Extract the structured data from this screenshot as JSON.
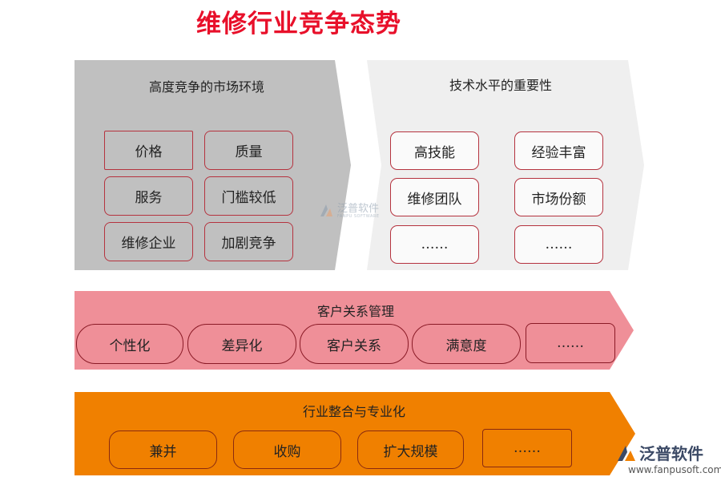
{
  "title": "维修行业竞争态势",
  "competition": {
    "heading": "高度竞争的市场环境",
    "items": [
      "价格",
      "质量",
      "服务",
      "门槛较低",
      "维修企业",
      "加剧竞争"
    ]
  },
  "technology": {
    "heading": "技术水平的重要性",
    "items": [
      "高技能",
      "经验丰富",
      "维修团队",
      "市场份额",
      "……",
      "……"
    ]
  },
  "crm": {
    "heading": "客户关系管理",
    "items": [
      "个性化",
      "差异化",
      "客户关系",
      "满意度",
      "……"
    ]
  },
  "integration": {
    "heading": "行业整合与专业化",
    "items": [
      "兼并",
      "收购",
      "扩大规模",
      "……"
    ]
  },
  "watermark": {
    "text": "泛普软件",
    "sub": "FANPU SOFTWARE"
  },
  "logo": {
    "name": "泛普软件",
    "url": "www.fanpusoft.com"
  },
  "colors": {
    "title": "#e8102a",
    "gray_panel": "#c0c0c0",
    "light_panel": "#efefef",
    "pink_panel": "#ef8f98",
    "orange_panel": "#f08000"
  }
}
